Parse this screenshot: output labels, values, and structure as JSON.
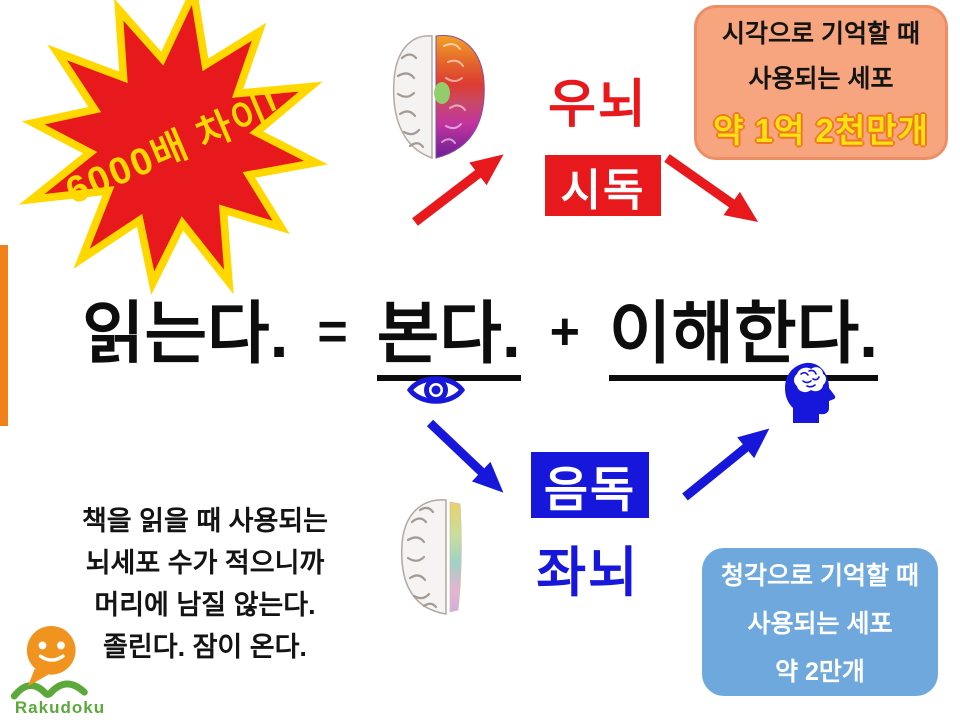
{
  "burst": {
    "text": "6000배 차이!"
  },
  "right_brain": {
    "label": "우뇌",
    "method": "시독"
  },
  "left_brain": {
    "method": "음독",
    "label": "좌뇌"
  },
  "headline": {
    "read": "읽는다.",
    "equals": "=",
    "see": "본다.",
    "plus": "+",
    "understand": "이해한다."
  },
  "visual_box": {
    "line1": "시각으로 기억할 때",
    "line2": "사용되는 세포",
    "count": "약 1억 2천만개"
  },
  "audio_box": {
    "line1": "청각으로 기억할 때",
    "line2": "사용되는 세포",
    "count": "약 2만개"
  },
  "note": {
    "line1": "책을 읽을 때 사용되는",
    "line2": "뇌세포 수가 적으니까",
    "line3": "머리에 남질 않는다.",
    "line4": "졸린다. 잠이 온다."
  },
  "logo": {
    "name": "Rakudoku"
  },
  "colors": {
    "red": "#e8191d",
    "yellow": "#ffd800",
    "blue": "#1717dc",
    "salmon_bg": "#f7a57f",
    "salmon_border": "#ee8e66",
    "light_blue_box": "#6fa8dc",
    "orange_bar": "#f08019",
    "number_yellow": "#ffe112",
    "number_outline": "#f07820",
    "logo_orange": "#f0941f",
    "logo_green": "#5ba83b"
  }
}
